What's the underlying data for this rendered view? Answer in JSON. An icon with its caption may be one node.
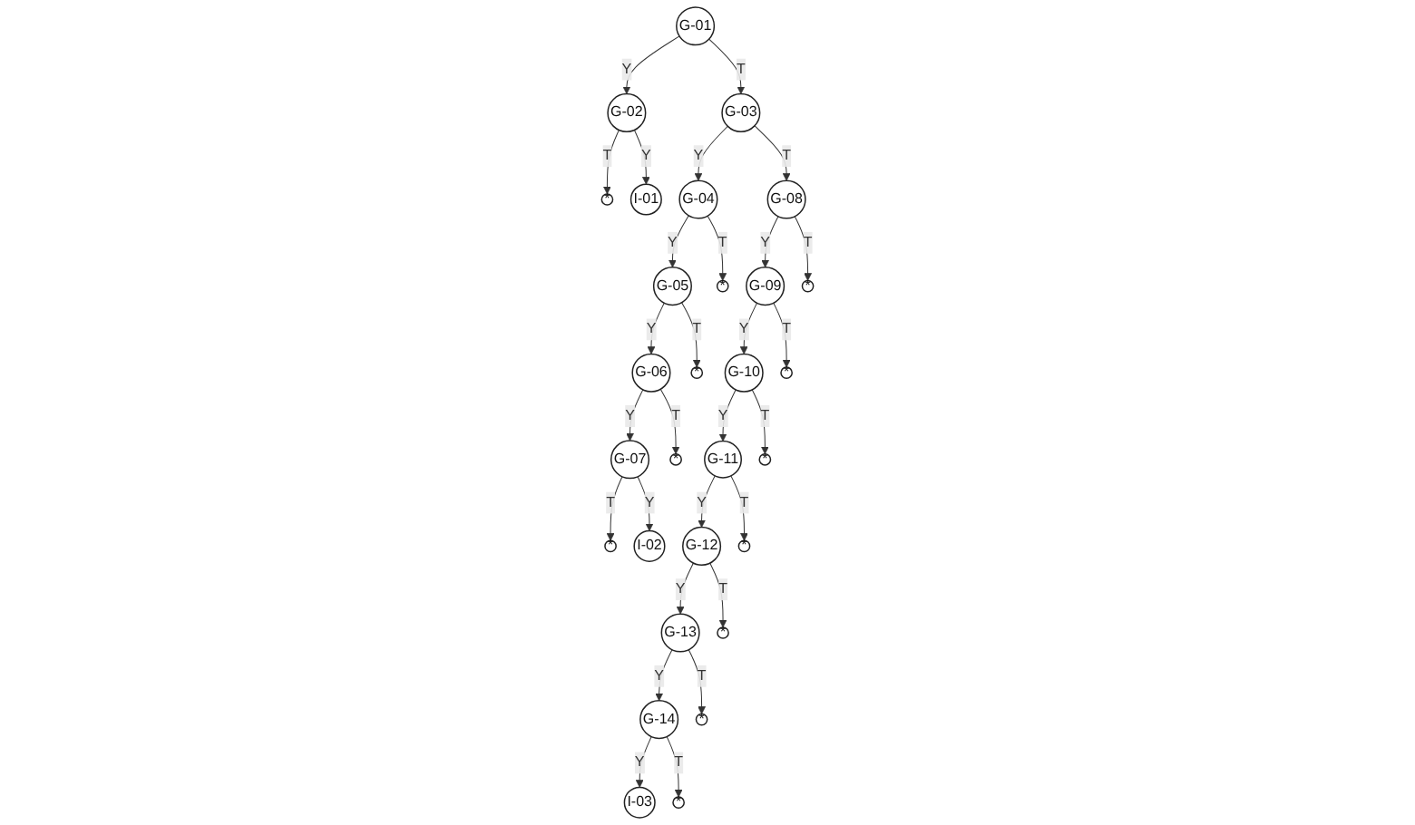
{
  "diagram": {
    "nodes": [
      {
        "text": [
          "G-01"
        ]
      },
      {
        "text": [
          "G-03"
        ]
      },
      {
        "text": [
          "G-08"
        ]
      },
      {
        "text": [
          "G-02"
        ]
      },
      {
        "text": [
          "*"
        ]
      },
      {
        "text": [
          "G-04"
        ]
      },
      {
        "text": [
          "*"
        ]
      },
      {
        "text": [
          "G-09"
        ]
      },
      {
        "text": [
          "G-05"
        ]
      },
      {
        "text": [
          "*"
        ]
      },
      {
        "text": [
          "*"
        ]
      },
      {
        "text": [
          "G-06"
        ]
      },
      {
        "text": [
          "G-10"
        ]
      },
      {
        "text": [
          "*"
        ]
      },
      {
        "text": [
          "*"
        ]
      },
      {
        "text": [
          "G-11"
        ]
      },
      {
        "text": [
          "*"
        ]
      },
      {
        "text": [
          "G-07"
        ]
      },
      {
        "text": [
          "*"
        ]
      },
      {
        "text": [
          "G-12"
        ]
      },
      {
        "text": [
          "I-01"
        ]
      },
      {
        "text": [
          "*"
        ]
      },
      {
        "text": [
          "*"
        ]
      },
      {
        "text": [
          "G-13"
        ]
      },
      {
        "text": [
          "*"
        ]
      },
      {
        "text": [
          "G-14"
        ]
      },
      {
        "text": [
          "*"
        ]
      },
      {
        "text": [
          "I-02"
        ]
      },
      {
        "text": [
          "I-03"
        ]
      }
    ],
    "edges": [
      {
        "from": 0,
        "to": 3,
        "arrow": "to",
        "label": "Y"
      },
      {
        "from": 0,
        "to": 1,
        "arrow": "to",
        "label": "T"
      },
      {
        "from": 3,
        "to": 4,
        "arrow": "to",
        "label": "T"
      },
      {
        "from": 3,
        "to": 20,
        "arrow": "to",
        "label": "Y"
      },
      {
        "from": 1,
        "to": 5,
        "arrow": "to",
        "label": "Y"
      },
      {
        "from": 1,
        "to": 2,
        "arrow": "to",
        "label": "T"
      },
      {
        "from": 5,
        "to": 8,
        "arrow": "to",
        "label": "Y"
      },
      {
        "from": 5,
        "to": 9,
        "arrow": "to",
        "label": "T"
      },
      {
        "from": 8,
        "to": 11,
        "arrow": "to",
        "label": "Y"
      },
      {
        "from": 8,
        "to": 13,
        "arrow": "to",
        "label": "T"
      },
      {
        "from": 11,
        "to": 17,
        "arrow": "to",
        "label": "Y"
      },
      {
        "from": 11,
        "to": 16,
        "arrow": "to",
        "label": "T"
      },
      {
        "from": 17,
        "to": 21,
        "arrow": "to",
        "label": "T"
      },
      {
        "from": 17,
        "to": 27,
        "arrow": "to",
        "label": "Y"
      },
      {
        "from": 2,
        "to": 7,
        "arrow": "to",
        "label": "Y"
      },
      {
        "from": 2,
        "to": 6,
        "arrow": "to",
        "label": "T"
      },
      {
        "from": 7,
        "to": 12,
        "arrow": "to",
        "label": "Y"
      },
      {
        "from": 7,
        "to": 10,
        "arrow": "to",
        "label": "T"
      },
      {
        "from": 12,
        "to": 15,
        "arrow": "to",
        "label": "Y"
      },
      {
        "from": 12,
        "to": 14,
        "arrow": "to",
        "label": "T"
      },
      {
        "from": 15,
        "to": 19,
        "arrow": "to",
        "label": "Y"
      },
      {
        "from": 15,
        "to": 18,
        "arrow": "to",
        "label": "T"
      },
      {
        "from": 19,
        "to": 23,
        "arrow": "to",
        "label": "Y"
      },
      {
        "from": 19,
        "to": 22,
        "arrow": "to",
        "label": "T"
      },
      {
        "from": 23,
        "to": 25,
        "arrow": "to",
        "label": "Y"
      },
      {
        "from": 23,
        "to": 24,
        "arrow": "to",
        "label": "T"
      },
      {
        "from": 25,
        "to": 28,
        "arrow": "to",
        "label": "Y"
      },
      {
        "from": 25,
        "to": 26,
        "arrow": "to",
        "label": "T"
      }
    ]
  }
}
